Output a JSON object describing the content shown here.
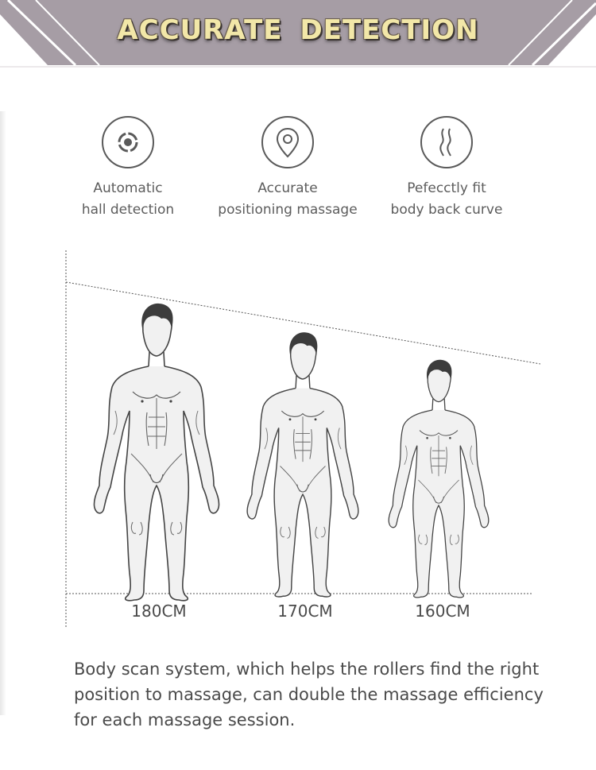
{
  "banner": {
    "title_part1": "ACCURATE",
    "title_part2": "DETECTION",
    "bg_color": "#a69da5",
    "text_color": "#f2e7a8"
  },
  "features": [
    {
      "icon": "target-icon",
      "line1": "Automatic",
      "line2": "hall detection"
    },
    {
      "icon": "location-pin-icon",
      "line1": "Accurate",
      "line2": "positioning massage"
    },
    {
      "icon": "spine-curve-icon",
      "line1": "Pefecctly fit",
      "line2": "body back curve"
    }
  ],
  "heights": [
    "180CM",
    "170CM",
    "160CM"
  ],
  "description": "Body scan system, which helps the rollers find the right position to massage, can double the massage efficiency for each massage session."
}
